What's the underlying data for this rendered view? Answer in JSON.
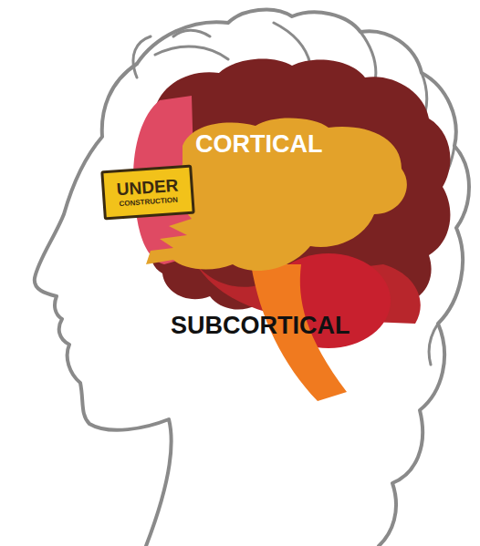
{
  "diagram": {
    "nodes": [
      {
        "text": [
          "UNDER",
          "CONSTRUCTION"
        ]
      }
    ],
    "labels": [
      "CORTICAL",
      "SUBCORTICAL"
    ]
  }
}
